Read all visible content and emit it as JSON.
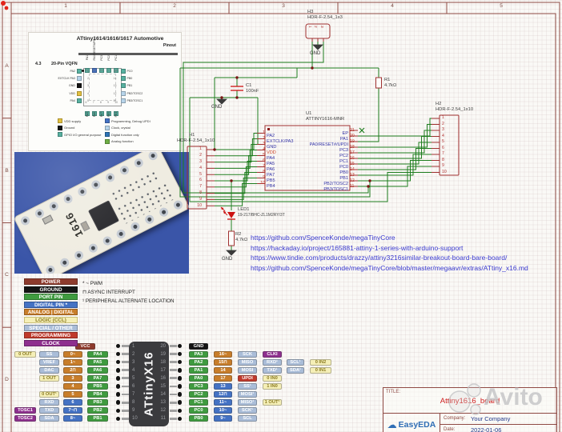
{
  "colors": {
    "wire_green": "#1e7d1e",
    "frame_maroon": "#8f4a44",
    "symbol_red": "#a03030",
    "link_blue": "#3a3ad0",
    "pcb_photo_bg": "#3a55a8"
  },
  "frame": {
    "cols": [
      {
        "label": "1"
      },
      {
        "label": "2"
      },
      {
        "label": "3"
      },
      {
        "label": "4"
      },
      {
        "label": "5"
      }
    ],
    "rows": [
      {
        "label": "A"
      },
      {
        "label": "B"
      },
      {
        "label": "C"
      },
      {
        "label": "D"
      }
    ]
  },
  "datasheet": {
    "title": "ATtiny1614/1616/1617 Automotive",
    "subtitle": "Pinout",
    "section_num": "4.3",
    "section_name": "20-Pin VQFN",
    "vqfn": {
      "top": [
        {
          "n": "20",
          "l": "PA1",
          "type": "gpio"
        },
        {
          "n": "19",
          "l": "PA0/RESET/UPDI",
          "type": "updi"
        },
        {
          "n": "18",
          "l": "PC3",
          "type": "gpio"
        },
        {
          "n": "17",
          "l": "PC2",
          "type": "gpio"
        },
        {
          "n": "16",
          "l": "PC1",
          "type": "gpio"
        }
      ],
      "left": [
        {
          "n": "1",
          "l": "PA2",
          "type": "gpio"
        },
        {
          "n": "2",
          "l": "EXTCLK PA3",
          "type": "clock"
        },
        {
          "n": "3",
          "l": "GND",
          "type": "gnd"
        },
        {
          "n": "4",
          "l": "VDD",
          "type": "vdd"
        },
        {
          "n": "5",
          "l": "PA4",
          "type": "gpio"
        }
      ],
      "right": [
        {
          "n": "15",
          "l": "PC0",
          "type": "gpio"
        },
        {
          "n": "14",
          "l": "PB0",
          "type": "gpio"
        },
        {
          "n": "13",
          "l": "PB1",
          "type": "gpio"
        },
        {
          "n": "12",
          "l": "PB2/TOSC2",
          "type": "clock"
        },
        {
          "n": "11",
          "l": "PB3/TOSC1",
          "type": "clock"
        }
      ],
      "bottom": [
        {
          "n": "6",
          "l": "PA5",
          "type": "gpio"
        },
        {
          "n": "7",
          "l": "PA6",
          "type": "gpio"
        },
        {
          "n": "8",
          "l": "PA7",
          "type": "gpio"
        },
        {
          "n": "9",
          "l": "PB5",
          "type": "gpio"
        },
        {
          "n": "10",
          "l": "PB4",
          "type": "gpio"
        }
      ]
    },
    "legend_col1": [
      {
        "label": "VDD supply",
        "type": "vdd"
      },
      {
        "label": "Ground",
        "type": "gnd"
      },
      {
        "label": "GPIO I/O general purpose",
        "type": "gpio"
      }
    ],
    "legend_col2": [
      {
        "label": "Programming, Debug UPDI",
        "type": "updi"
      },
      {
        "label": "Clock, crystal",
        "type": "clock"
      },
      {
        "label": "Digital function only",
        "type": "digital"
      },
      {
        "label": "Analog function",
        "type": "analog"
      }
    ]
  },
  "photo": {
    "silk": "1616"
  },
  "schematic": {
    "h3_ref": "H3",
    "h3_part": "HDR-F-2.54_1x3",
    "h3_pins": [
      {
        "n": "1"
      },
      {
        "n": "2"
      },
      {
        "n": "3"
      }
    ],
    "h1_ref": "H1",
    "h1_part": "HDR-F-2.54_1x10",
    "h1_pins": [
      {
        "n": "1"
      },
      {
        "n": "2"
      },
      {
        "n": "3"
      },
      {
        "n": "4"
      },
      {
        "n": "5"
      },
      {
        "n": "6"
      },
      {
        "n": "7"
      },
      {
        "n": "8"
      },
      {
        "n": "9"
      },
      {
        "n": "10"
      }
    ],
    "h2_ref": "H2",
    "h2_part": "HDR-F-2.54_1x10",
    "h2_pins": [
      {
        "n": "1"
      },
      {
        "n": "2"
      },
      {
        "n": "3"
      },
      {
        "n": "4"
      },
      {
        "n": "5"
      },
      {
        "n": "6"
      },
      {
        "n": "7"
      },
      {
        "n": "8"
      },
      {
        "n": "9"
      },
      {
        "n": "10"
      }
    ],
    "u1_ref": "U1",
    "u1_part": "ATTINY1616-MNR",
    "u1_left": [
      {
        "n": "1",
        "name": "PA2"
      },
      {
        "n": "2",
        "name": "EXTCLK/PA3"
      },
      {
        "n": "3",
        "name": "GND"
      },
      {
        "n": "4",
        "name": "VDD",
        "cls": "vdd"
      },
      {
        "n": "5",
        "name": "PA4"
      },
      {
        "n": "6",
        "name": "PA5"
      },
      {
        "n": "7",
        "name": "PA6"
      },
      {
        "n": "8",
        "name": "PA7"
      },
      {
        "n": "9",
        "name": "PB5"
      },
      {
        "n": "10",
        "name": "PB4"
      }
    ],
    "u1_right": [
      {
        "n": "21",
        "name": "EP"
      },
      {
        "n": "20",
        "name": "PA1"
      },
      {
        "n": "19",
        "name": "PA0/RESET#/UPDI"
      },
      {
        "n": "18",
        "name": "PC3"
      },
      {
        "n": "17",
        "name": "PC2"
      },
      {
        "n": "16",
        "name": "PC1"
      },
      {
        "n": "15",
        "name": "PC0"
      },
      {
        "n": "14",
        "name": "PB0"
      },
      {
        "n": "13",
        "name": "PB1"
      },
      {
        "n": "12",
        "name": "PB2/TOSC2"
      },
      {
        "n": "11",
        "name": "PB3/TOSC1"
      }
    ],
    "r1_ref": "R1",
    "r1_val": "4.7kΩ",
    "r2_ref": "R2",
    "r2_val": "4.7kΩ",
    "c1_ref": "C1",
    "c1_val": "100nF",
    "led_ref": "LED1",
    "led_part": "19-217/BHC-ZL1M2RY/3T",
    "gnd": "GND"
  },
  "links": [
    {
      "url": "https://github.com/SpenceKonde/megaTinyCore"
    },
    {
      "url": "https://hackaday.io/project/165881-attiny-1-series-with-arduino-support"
    },
    {
      "url": "https://www.tindie.com/products/drazzy/attiny3216similar-breakout-board-bare-board/"
    },
    {
      "url": "https://github.com/SpenceKonde/megaTinyCore/blob/master/megaavr/extras/ATtiny_x16.md"
    }
  ],
  "legend": {
    "items": [
      {
        "label": "POWER",
        "type": "power"
      },
      {
        "label": "GROUND",
        "type": "ground"
      },
      {
        "label": "PORT PIN",
        "type": "port"
      },
      {
        "label": "DIGITAL PIN *",
        "type": "digital"
      },
      {
        "label": "ANALOG | DIGITAL",
        "type": "analog"
      },
      {
        "label": "LOGIC (CCL)",
        "type": "logic"
      },
      {
        "label": "SPECIAL / OTHER",
        "type": "special"
      },
      {
        "label": "PROGRAMMING",
        "type": "programming"
      },
      {
        "label": "CLOCK",
        "type": "clock"
      }
    ],
    "notes": [
      {
        "text": "* ~ PWM"
      },
      {
        "text": "⊓ ASYNC INTERRUPT"
      },
      {
        "text": "¹ PERIPHERAL ALTERNATE LOCATION"
      }
    ]
  },
  "pin_chart": {
    "chip": "ATtinyX16",
    "left": [
      {
        "pin": "1",
        "boxes": [
          {
            "t": "VCC",
            "type": "power",
            "col": "v"
          }
        ]
      },
      {
        "pin": "2",
        "boxes": [
          {
            "t": "0 OUT",
            "type": "logic",
            "col": "a"
          },
          {
            "t": "SS",
            "type": "special",
            "col": "b"
          },
          {
            "t": "0~",
            "type": "analog",
            "col": "c"
          },
          {
            "t": "PA4",
            "type": "port",
            "col": "d"
          }
        ]
      },
      {
        "pin": "3",
        "boxes": [
          {
            "t": "VREF",
            "type": "special",
            "col": "b"
          },
          {
            "t": "1~",
            "type": "analog",
            "col": "c"
          },
          {
            "t": "PA5",
            "type": "port",
            "col": "d"
          }
        ]
      },
      {
        "pin": "4",
        "boxes": [
          {
            "t": "DAC",
            "type": "special",
            "col": "b"
          },
          {
            "t": "2⊓",
            "type": "analog",
            "col": "c"
          },
          {
            "t": "PA6",
            "type": "port",
            "col": "d"
          }
        ]
      },
      {
        "pin": "5",
        "boxes": [
          {
            "t": "1 OUT",
            "type": "logic",
            "col": "b"
          },
          {
            "t": "3",
            "type": "analog",
            "col": "c"
          },
          {
            "t": "PA7",
            "type": "port",
            "col": "d"
          }
        ]
      },
      {
        "pin": "6",
        "boxes": [
          {
            "t": "4",
            "type": "analog",
            "col": "c"
          },
          {
            "t": "PB5",
            "type": "port",
            "col": "d"
          }
        ]
      },
      {
        "pin": "7",
        "boxes": [
          {
            "t": "0 OUT¹",
            "type": "logic",
            "col": "b"
          },
          {
            "t": "5",
            "type": "analog",
            "col": "c"
          },
          {
            "t": "PB4",
            "type": "port",
            "col": "d"
          }
        ]
      },
      {
        "pin": "8",
        "boxes": [
          {
            "t": "RXD",
            "type": "special",
            "col": "b"
          },
          {
            "t": "6",
            "type": "digital",
            "col": "c"
          },
          {
            "t": "PB3",
            "type": "port",
            "col": "d"
          }
        ]
      },
      {
        "pin": "9",
        "boxes": [
          {
            "t": "TOSC1",
            "type": "clock",
            "col": "a"
          },
          {
            "t": "TXD",
            "type": "special",
            "col": "b"
          },
          {
            "t": "7~⊓",
            "type": "digital",
            "col": "c"
          },
          {
            "t": "PB2",
            "type": "port",
            "col": "d"
          }
        ]
      },
      {
        "pin": "10",
        "boxes": [
          {
            "t": "TOSC2",
            "type": "clock",
            "col": "a"
          },
          {
            "t": "SDA",
            "type": "special",
            "col": "b"
          },
          {
            "t": "8~",
            "type": "digital",
            "col": "c"
          },
          {
            "t": "PB1",
            "type": "port",
            "col": "d"
          }
        ]
      }
    ],
    "right": [
      {
        "pin": "20",
        "boxes": [
          {
            "t": "GND",
            "type": "ground",
            "col": "p"
          }
        ]
      },
      {
        "pin": "19",
        "boxes": [
          {
            "t": "PA3",
            "type": "port",
            "col": "p"
          },
          {
            "t": "16~",
            "type": "analog",
            "col": "n"
          },
          {
            "t": "SCK",
            "type": "special",
            "col": "s3"
          },
          {
            "t": "CLKI",
            "type": "clock",
            "col": "s4"
          }
        ]
      },
      {
        "pin": "18",
        "boxes": [
          {
            "t": "PA2",
            "type": "port",
            "col": "p"
          },
          {
            "t": "15⊓",
            "type": "analog",
            "col": "n"
          },
          {
            "t": "MISO",
            "type": "special",
            "col": "s3"
          },
          {
            "t": "RXD¹",
            "type": "special",
            "col": "s4"
          },
          {
            "t": "SCL¹",
            "type": "special",
            "col": "s5"
          },
          {
            "t": "0 IN2",
            "type": "logic",
            "col": "s6"
          }
        ]
      },
      {
        "pin": "17",
        "boxes": [
          {
            "t": "PA1",
            "type": "port",
            "col": "p"
          },
          {
            "t": "14",
            "type": "analog",
            "col": "n"
          },
          {
            "t": "MOSI",
            "type": "special",
            "col": "s3"
          },
          {
            "t": "TXD¹",
            "type": "special",
            "col": "s4"
          },
          {
            "t": "SDA¹",
            "type": "special",
            "col": "s5"
          },
          {
            "t": "0 IN1",
            "type": "logic",
            "col": "s6"
          }
        ]
      },
      {
        "pin": "16",
        "boxes": [
          {
            "t": "PA0",
            "type": "port",
            "col": "p"
          },
          {
            "t": "17",
            "type": "analog",
            "col": "n"
          },
          {
            "t": "UPDI",
            "type": "programming",
            "col": "s3"
          },
          {
            "t": "0 IN0",
            "type": "logic",
            "col": "s4"
          }
        ]
      },
      {
        "pin": "15",
        "boxes": [
          {
            "t": "PC3",
            "type": "port",
            "col": "p"
          },
          {
            "t": "13",
            "type": "digital",
            "col": "n"
          },
          {
            "t": "SS¹",
            "type": "special",
            "col": "s3"
          },
          {
            "t": "1 IN0",
            "type": "logic",
            "col": "s4"
          }
        ]
      },
      {
        "pin": "14",
        "boxes": [
          {
            "t": "PC2",
            "type": "port",
            "col": "p"
          },
          {
            "t": "12⊓",
            "type": "digital",
            "col": "n"
          },
          {
            "t": "MOSI¹",
            "type": "special",
            "col": "s3"
          }
        ]
      },
      {
        "pin": "13",
        "boxes": [
          {
            "t": "PC1",
            "type": "port",
            "col": "p"
          },
          {
            "t": "11~",
            "type": "digital",
            "col": "n"
          },
          {
            "t": "MISO¹",
            "type": "special",
            "col": "s3"
          },
          {
            "t": "1 OUT¹",
            "type": "logic",
            "col": "s4"
          }
        ]
      },
      {
        "pin": "12",
        "boxes": [
          {
            "t": "PC0",
            "type": "port",
            "col": "p"
          },
          {
            "t": "10~",
            "type": "digital",
            "col": "n"
          },
          {
            "t": "SCK¹",
            "type": "special",
            "col": "s3"
          }
        ]
      },
      {
        "pin": "11",
        "boxes": [
          {
            "t": "PB0",
            "type": "port",
            "col": "p"
          },
          {
            "t": "9~",
            "type": "digital",
            "col": "n"
          },
          {
            "t": "SCL",
            "type": "special",
            "col": "s3"
          }
        ]
      }
    ]
  },
  "titleblock": {
    "title_label": "TITLE:",
    "title": "Attiny1616_board",
    "logo": "EasyEDA",
    "company_label": "Company:",
    "company": "Your Company",
    "date_label": "Date:",
    "date": "2022-01-06"
  },
  "watermark": {
    "brand": "Avito"
  }
}
